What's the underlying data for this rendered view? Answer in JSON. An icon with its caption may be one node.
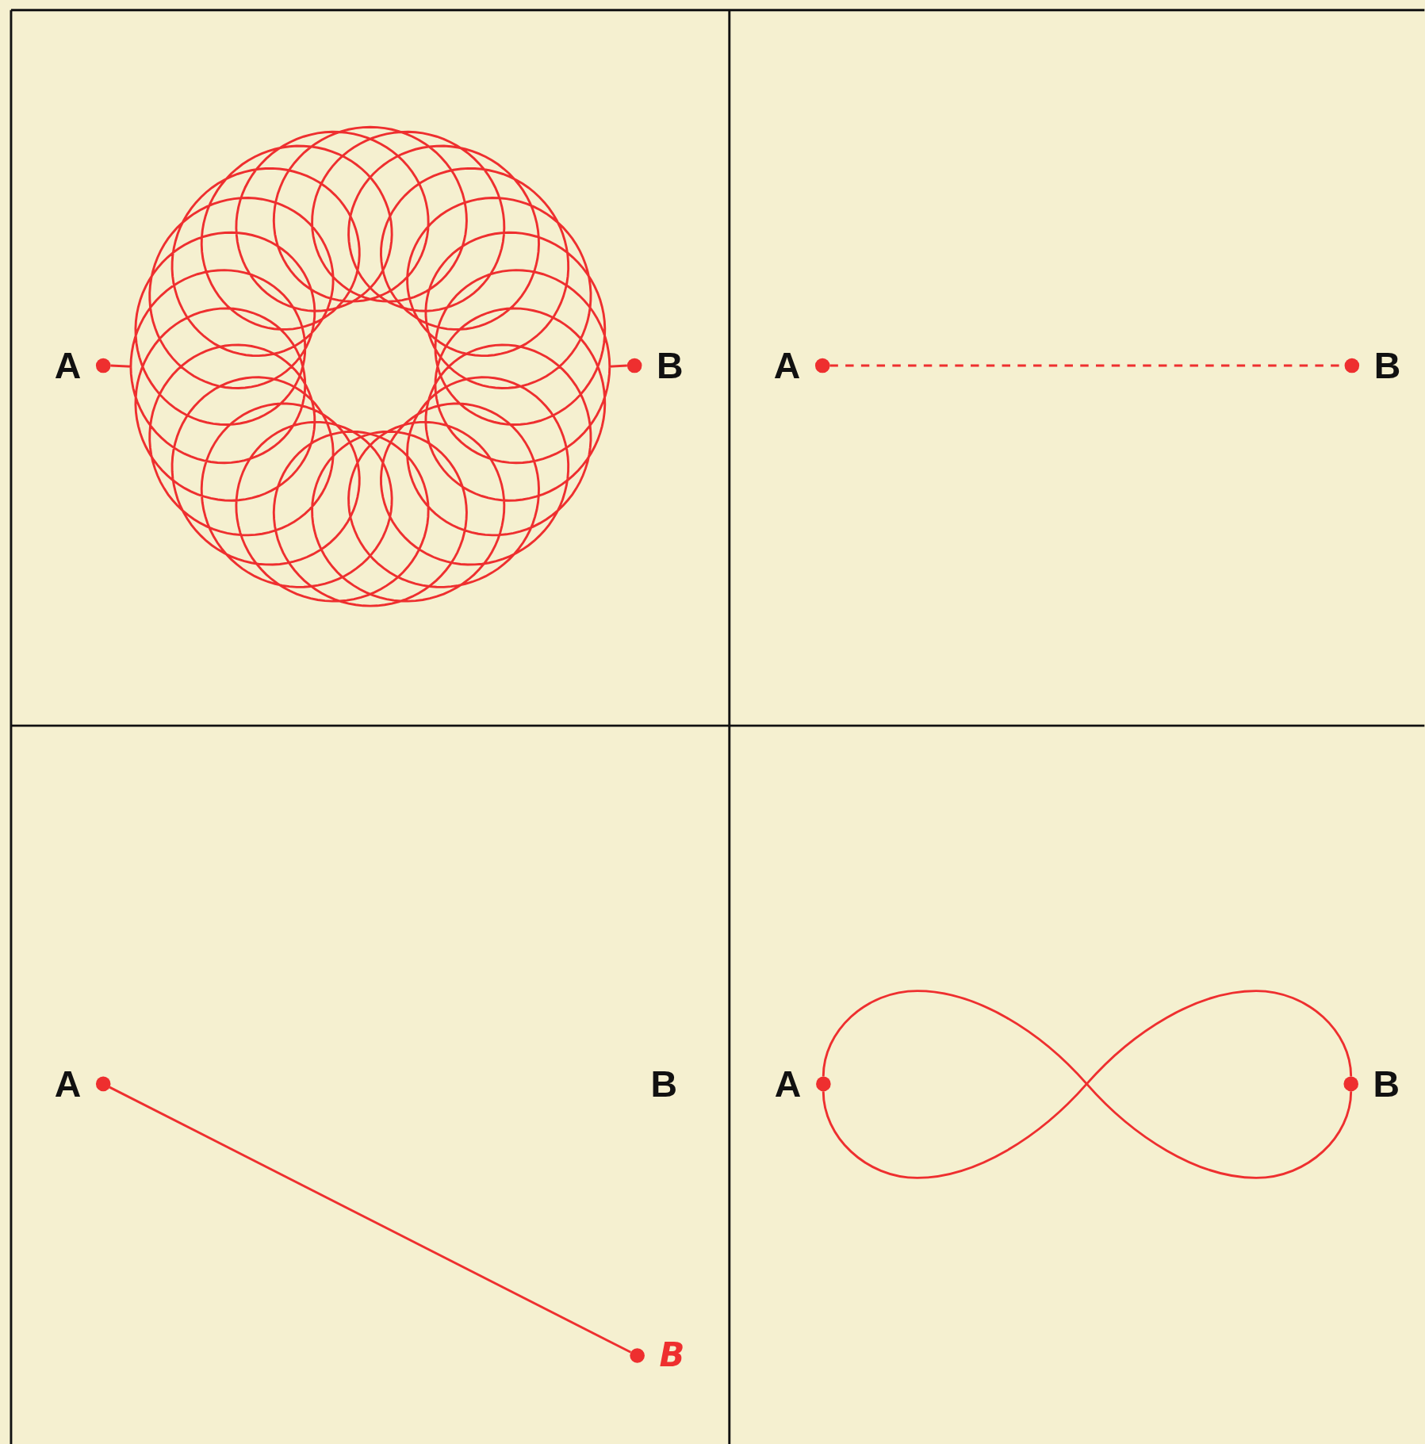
{
  "diagram": {
    "nodes": [
      {
        "text": [
          "A"
        ]
      },
      {
        "text": [
          "B"
        ]
      },
      {
        "text": [
          "A"
        ]
      },
      {
        "text": [
          "B"
        ]
      },
      {
        "text": [
          "A"
        ]
      },
      {
        "text": [
          "B"
        ]
      },
      {
        "text": [
          "A"
        ]
      },
      {
        "text": [
          "B"
        ]
      }
    ],
    "edges": [
      {
        "from": 0,
        "to": 1,
        "arrow": "none"
      },
      {
        "from": 2,
        "to": 3,
        "arrow": "none",
        "style": "dashed"
      },
      {
        "from": 4,
        "to": 5,
        "arrow": "none"
      },
      {
        "from": 6,
        "to": 7,
        "arrow": "none"
      },
      {
        "from": 6,
        "to": 7,
        "arrow": "none"
      }
    ],
    "labels": [
      "B"
    ]
  }
}
